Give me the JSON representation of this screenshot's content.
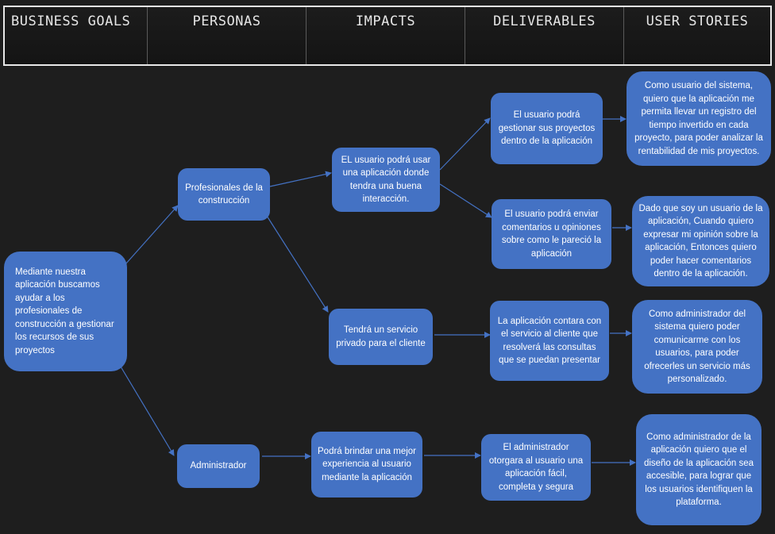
{
  "header": {
    "columns": [
      "BUSINESS GOALS",
      "PERSONAS",
      "IMPACTS",
      "DELIVERABLES",
      "USER STORIES"
    ]
  },
  "nodes": {
    "goal": "Mediante nuestra aplicación buscamos ayudar a los profesionales de construcción a gestionar los recursos de sus proyectos",
    "persona_profesionales": "Profesionales de la construcción",
    "persona_administrador": "Administrador",
    "impact_interaccion": "EL usuario podrá usar una aplicación donde tendra una buena interacción.",
    "impact_servicio": "Tendrá un servicio privado para el cliente",
    "impact_experiencia": "Podrá brindar una mejor experiencia al usuario mediante la aplicación",
    "deliverable_gestionar": "El usuario podrá gestionar sus proyectos dentro de la aplicación",
    "deliverable_comentarios": "El usuario podrá enviar comentarios u opiniones sobre como le pareció la aplicación",
    "deliverable_servicio_cliente": "La aplicación contara con el servicio al cliente que resolverá las consultas que se puedan presentar",
    "deliverable_facil": "El administrador otorgara al usuario una aplicación fácil, completa y segura",
    "story_registro": "Como usuario del sistema, quiero que la aplicación me permita llevar un registro del tiempo invertido en cada proyecto, para poder analizar la rentabilidad de mis proyectos.",
    "story_opinion": "Dado que soy un usuario de la aplicación, Cuando quiero expresar mi opinión sobre la aplicación, Entonces quiero poder hacer comentarios dentro de la aplicación.",
    "story_comunicarme": "Como administrador del sistema quiero poder comunicarme con los usuarios, para poder ofrecerles un servicio más personalizado.",
    "story_accesible": "Como administrador de la aplicación quiero que el diseño de la aplicación sea accesible, para lograr que los usuarios identifiquen la plataforma."
  },
  "colors": {
    "node_fill": "#4472c4",
    "arrow": "#4472c4",
    "background": "#1e1e1e",
    "header_border": "#e8e8e8"
  }
}
